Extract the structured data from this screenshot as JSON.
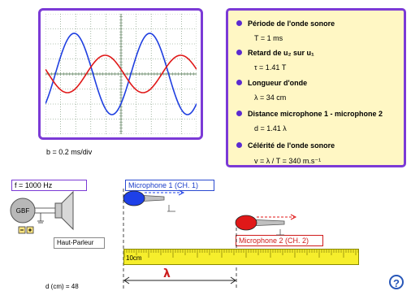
{
  "oscilloscope": {
    "timebase": "b = 0.2 ms/div",
    "colors": {
      "ch1": "#1f3fe0",
      "ch2": "#e01818",
      "grid": "#6a8a6a",
      "frame": "#7b3ad6"
    }
  },
  "panel": {
    "period_heading": "Période de l'onde sonore",
    "period_value": "T =     1 ms",
    "delay_heading": "Retard de u₂ sur u₁",
    "delay_value": "τ = 1.41  T",
    "wavelength_heading": "Longueur d'onde",
    "wavelength_value": "λ =    34  cm",
    "distance_heading": "Distance microphone 1 - microphone 2",
    "distance_value": "d = 1.41  λ",
    "speed_heading": "Célérité de l'onde sonore",
    "speed_value": "v = λ / T = 340  m.s⁻¹"
  },
  "generator": {
    "frequency": "f =  1000  Hz",
    "label": "GBF",
    "speaker_label": "Haut-Parleur"
  },
  "microphones": {
    "mic1": "Microphone 1 (CH. 1)",
    "mic2": "Microphone 2 (CH. 2)"
  },
  "ruler": {
    "start_label": "10cm",
    "lambda_symbol": "λ"
  },
  "distance_readout": "d (cm) =  48",
  "help_icon": "?"
}
